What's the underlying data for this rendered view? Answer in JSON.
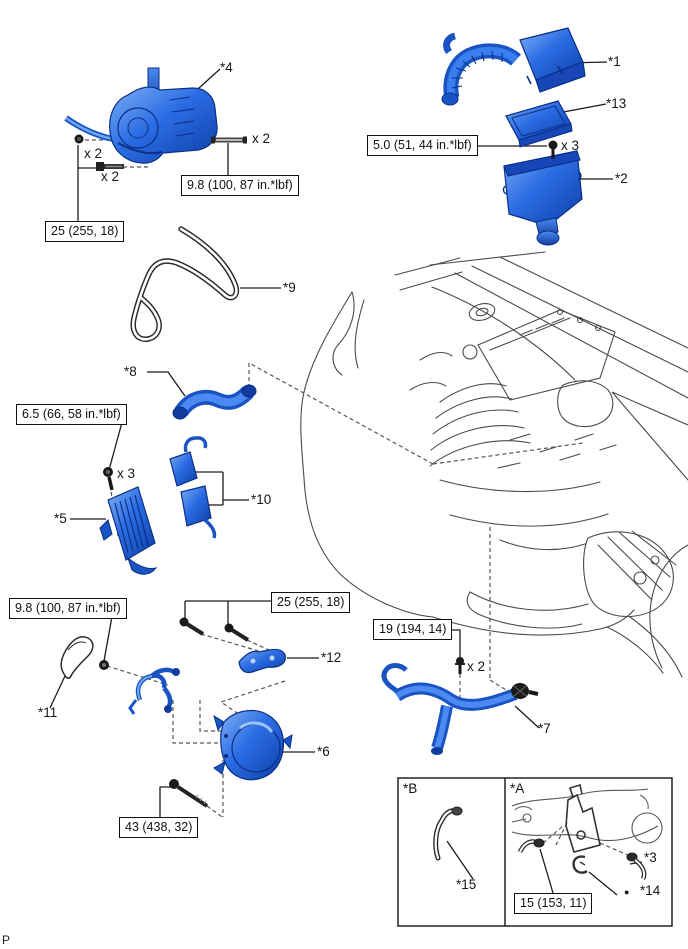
{
  "corner_text": "P",
  "callouts": {
    "1": "*1",
    "2": "*2",
    "3": "*3",
    "4": "*4",
    "5": "*5",
    "6": "*6",
    "7": "*7",
    "8": "*8",
    "9": "*9",
    "10": "*10",
    "11": "*11",
    "12": "*12",
    "13": "*13",
    "14": "*14",
    "15": "*15"
  },
  "inset": {
    "a": "*A",
    "b": "*B",
    "bullet": "●"
  },
  "torque": {
    "t25": "25 (255, 18)",
    "t98": "9.8 (100, 87 in.*lbf)",
    "t50": "5.0 (51, 44 in.*lbf)",
    "t65": "6.5 (66, 58 in.*lbf)",
    "t43": "43 (438, 32)",
    "t19": "19 (194, 14)",
    "t15": "15 (153, 11)"
  },
  "qty": {
    "x2": "x 2",
    "x3": "x 3"
  },
  "colors": {
    "part_blue": "#1a53c4",
    "part_blue_mid": "#2b6ce4",
    "part_blue_light": "#7db0f4",
    "part_blue_dark": "#0a2f86",
    "line_art": "#4a4a4a",
    "leader": "#1c1c1c"
  }
}
